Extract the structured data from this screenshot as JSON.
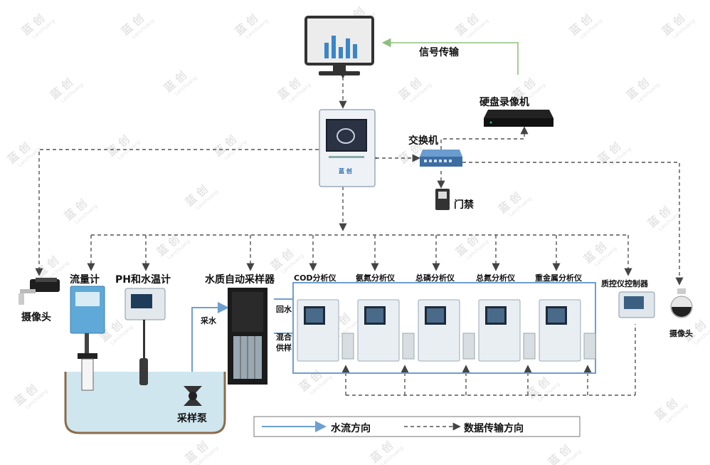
{
  "diagram": {
    "labels": {
      "signal": "信号传输",
      "nvr": "硬盘录像机",
      "switch": "交换机",
      "door": "门禁",
      "camera_left": "摄像头",
      "camera_right": "摄像头",
      "flow_meter": "流量计",
      "ph_meter": "PH和水温计",
      "sampler": "水质自动采样器",
      "cod": "COD分析仪",
      "ammonia": "氨氮分析仪",
      "phosphorus": "总磷分析仪",
      "nitrogen": "总氮分析仪",
      "heavy_metal": "重金属分析仪",
      "qc_controller": "质控仪控制器",
      "intake": "采水",
      "return": "回水",
      "mixed_supply_1": "混合",
      "mixed_supply_2": "供样",
      "pump": "采样泵",
      "controller_logo": "蓝 创"
    },
    "legend": {
      "water_flow": "水流方向",
      "data_flow": "数据传输方向"
    },
    "watermark": {
      "brand": "蓝 创",
      "sub": "Lanchuang"
    },
    "colors": {
      "water_line": "#6e9fcf",
      "data_line": "#555555",
      "signal_line": "#8fbf7f",
      "water_body": "#cfe6ef"
    }
  }
}
